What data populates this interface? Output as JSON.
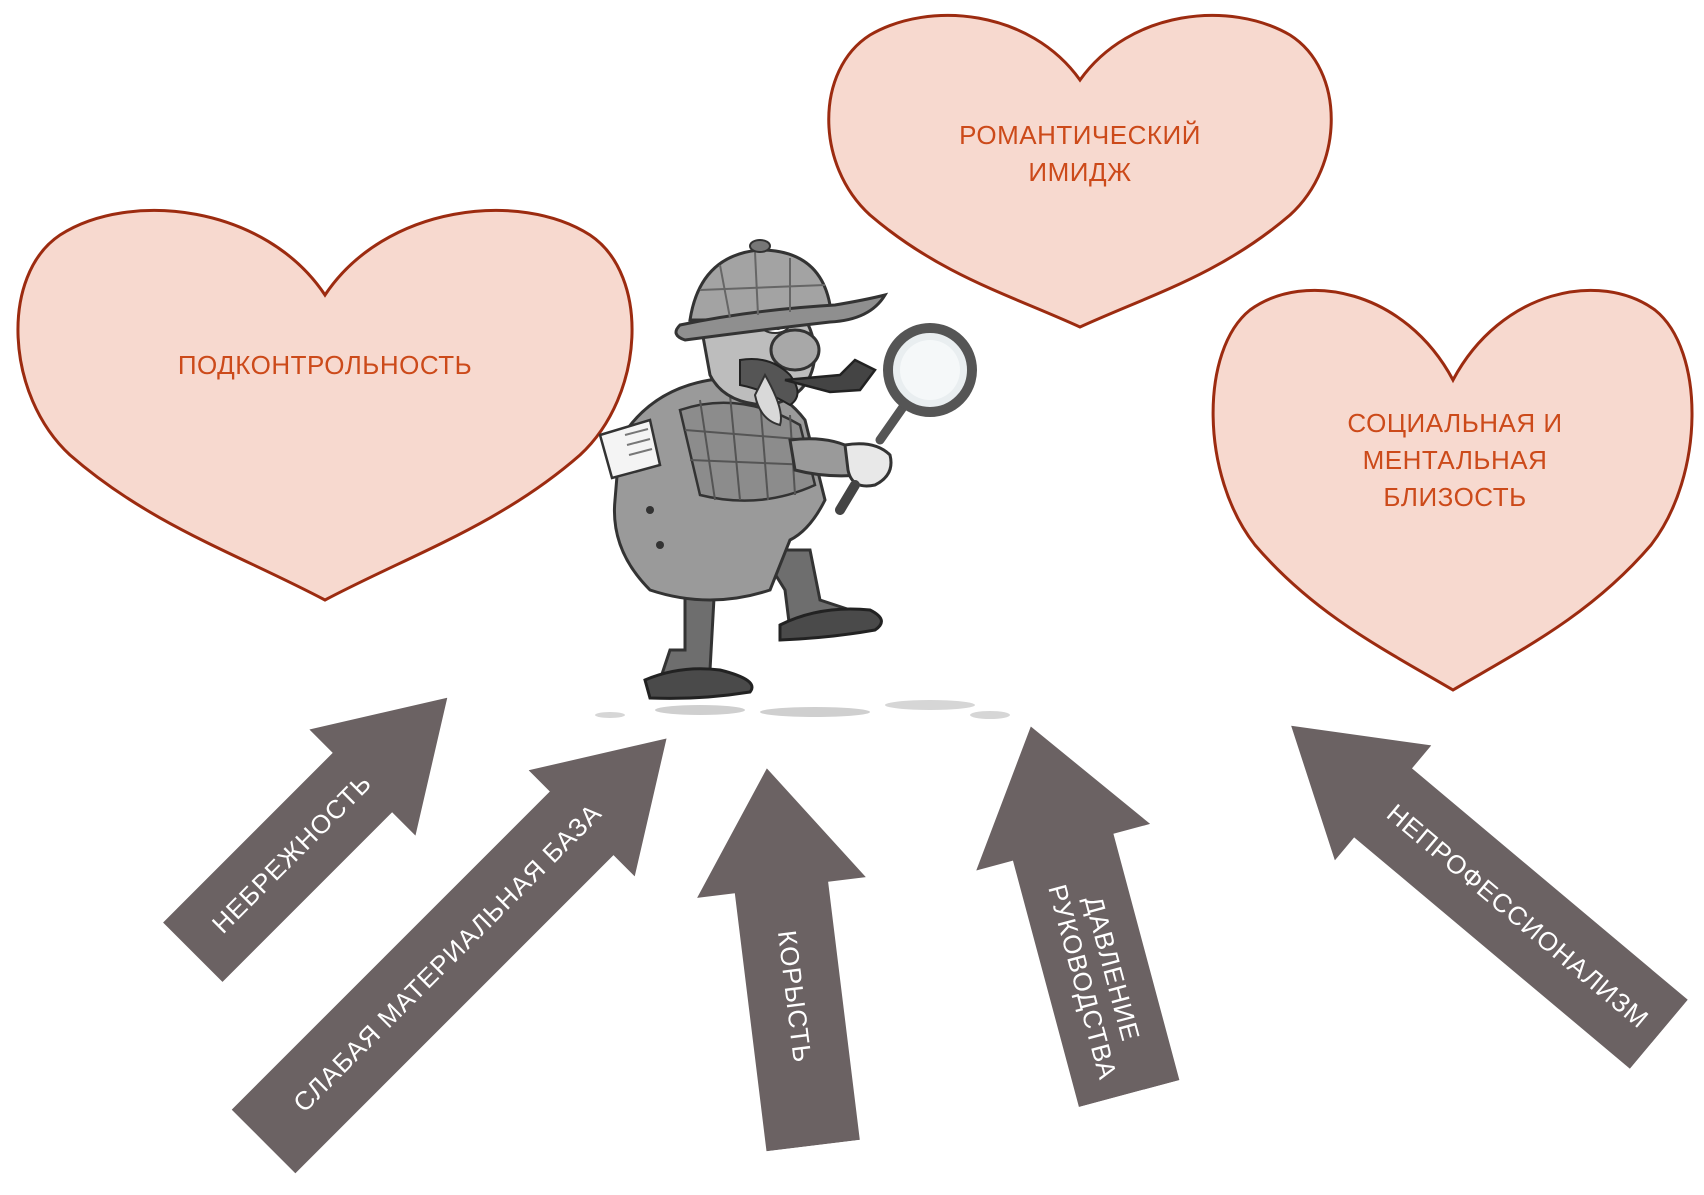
{
  "colors": {
    "heart_fill": "#f7d9cf",
    "heart_stroke": "#9c2b10",
    "heart_text": "#cc4a1a",
    "arrow_fill": "#6b6263",
    "arrow_text": "#ffffff"
  },
  "hearts": [
    {
      "label": "ПОДКОНТРОЛЬНОСТЬ"
    },
    {
      "label": "РОМАНТИЧЕСКИЙ ИМИДЖ"
    },
    {
      "label": "СОЦИАЛЬНАЯ И МЕНТАЛЬНАЯ БЛИЗОСТЬ"
    }
  ],
  "arrows": [
    {
      "label": "НЕБРЕЖНОСТЬ"
    },
    {
      "label": "СЛАБАЯ МАТЕРИАЛЬНАЯ БАЗА"
    },
    {
      "label": "КОРЫСТЬ"
    },
    {
      "label": "ДАВЛЕНИЕ РУКОВОДСТВА"
    },
    {
      "label": "НЕПРОФЕССИОНАЛИЗМ"
    }
  ],
  "illustration": {
    "icon": "detective-with-magnifying-glass-icon"
  }
}
